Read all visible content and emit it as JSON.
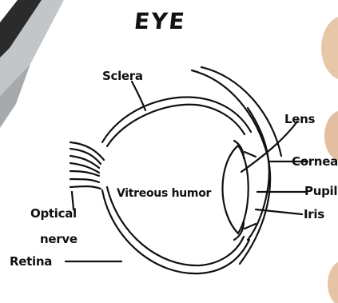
{
  "title": "EYE",
  "labels": {
    "sclera": "Sclera",
    "lens": "Lens",
    "cornea": "Cornea",
    "pupil": "Pupil",
    "iris": "Iris",
    "vitreous": "Vitreous humor",
    "optical": "Optical",
    "nerve": "nerve",
    "retina": "Retina"
  },
  "colors": {
    "ink": "#111111",
    "pen_dark": "#2b2b2b",
    "pen_light": "#b9bcbf",
    "skin": "#e8c6a8"
  },
  "icons": [
    "pen-decoration",
    "hand-decoration"
  ]
}
